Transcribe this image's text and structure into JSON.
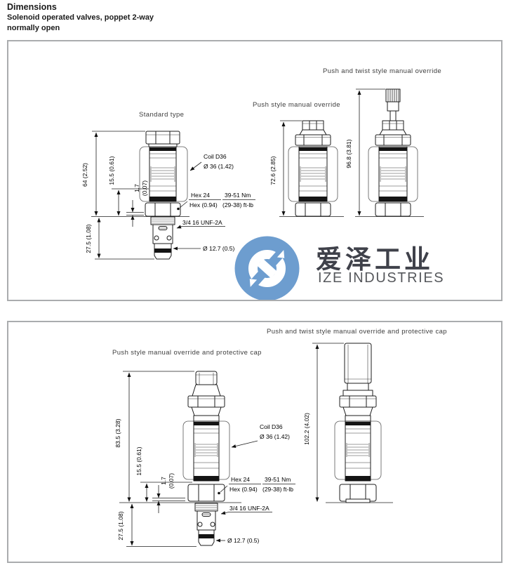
{
  "page": {
    "title": "Dimensions",
    "subtitle1": "Solenoid operated valves, poppet 2-way",
    "subtitle2": "normally open"
  },
  "logo": {
    "cn": "爱泽工业",
    "en": "IZE INDUSTRIES",
    "circle_color": "#6d9dcf"
  },
  "figure1": {
    "caption_push_twist": "Push and twist style manual override",
    "caption_push": "Push style manual override",
    "caption_standard": "Standard type",
    "dim_total": "64 (2.52)",
    "dim_155": "15.5 (0.61)",
    "dim_17": "1.7",
    "dim_17_in": "(0.07)",
    "dim_275": "27.5 (1.08)",
    "dim_push": "72.6 (2.85)",
    "dim_push_twist": "96.8 (3.81)",
    "callout_coil_1": "Coil D36",
    "callout_coil_2": "Ø 36 (1.42)",
    "callout_hex_mm": "Hex 24",
    "callout_hex_in": "Hex (0.94)",
    "callout_torque_nm": "39-51 Nm",
    "callout_torque_ftlb": "(29-38) ft-lb",
    "callout_thread": "3/4 16 UNF-2A",
    "callout_tip": "Ø 12.7 (0.5)"
  },
  "figure2": {
    "caption_push_twist": "Push and twist style manual override and protective cap",
    "caption_push": "Push style manual override and protective cap",
    "dim_total": "83.5 (3.28)",
    "dim_155": "15.5 (0.61)",
    "dim_17": "1.7",
    "dim_17_in": "(0.07)",
    "dim_275": "27.5 (1.08)",
    "dim_push_twist": "102.2 (4.02)",
    "callout_coil_1": "Coil D36",
    "callout_coil_2": "Ø 36 (1.42)",
    "callout_hex_mm": "Hex 24",
    "callout_hex_in": "Hex (0.94)",
    "callout_torque_nm": "39-51 Nm",
    "callout_torque_ftlb": "(29-38) ft-lb",
    "callout_thread": "3/4 16 UNF-2A",
    "callout_tip": "Ø 12.7 (0.5)"
  }
}
